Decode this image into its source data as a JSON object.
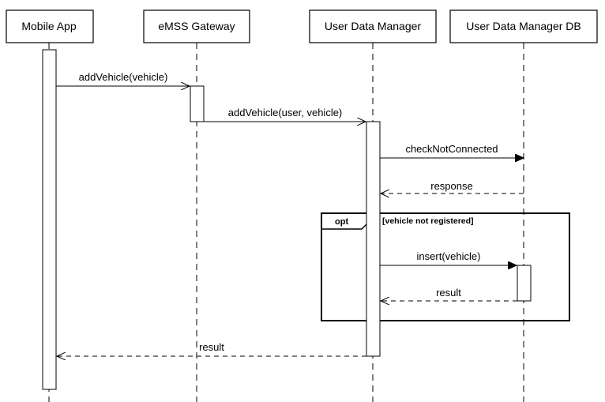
{
  "participants": [
    {
      "id": "mobile",
      "label": "Mobile App"
    },
    {
      "id": "gateway",
      "label": "eMSS Gateway"
    },
    {
      "id": "udm",
      "label": "User Data Manager"
    },
    {
      "id": "udmdb",
      "label": "User Data Manager DB"
    }
  ],
  "messages": [
    {
      "id": "add-vehicle",
      "label": "addVehicle(vehicle)",
      "from": "mobile",
      "to": "gateway",
      "kind": "call"
    },
    {
      "id": "add-vehicle-user",
      "label": "addVehicle(user, vehicle)",
      "from": "gateway",
      "to": "udm",
      "kind": "call"
    },
    {
      "id": "check-not-connected",
      "label": "checkNotConnected",
      "from": "udm",
      "to": "udmdb",
      "kind": "sync"
    },
    {
      "id": "response",
      "label": "response",
      "from": "udmdb",
      "to": "udm",
      "kind": "return"
    },
    {
      "id": "insert-vehicle",
      "label": "insert(vehicle)",
      "from": "udm",
      "to": "udmdb",
      "kind": "sync"
    },
    {
      "id": "result-db",
      "label": "result",
      "from": "udmdb",
      "to": "udm",
      "kind": "return"
    },
    {
      "id": "result-final",
      "label": "result",
      "from": "udm",
      "to": "mobile",
      "kind": "return"
    }
  ],
  "frame": {
    "operator": "opt",
    "guard": "[vehicle not registered]"
  }
}
